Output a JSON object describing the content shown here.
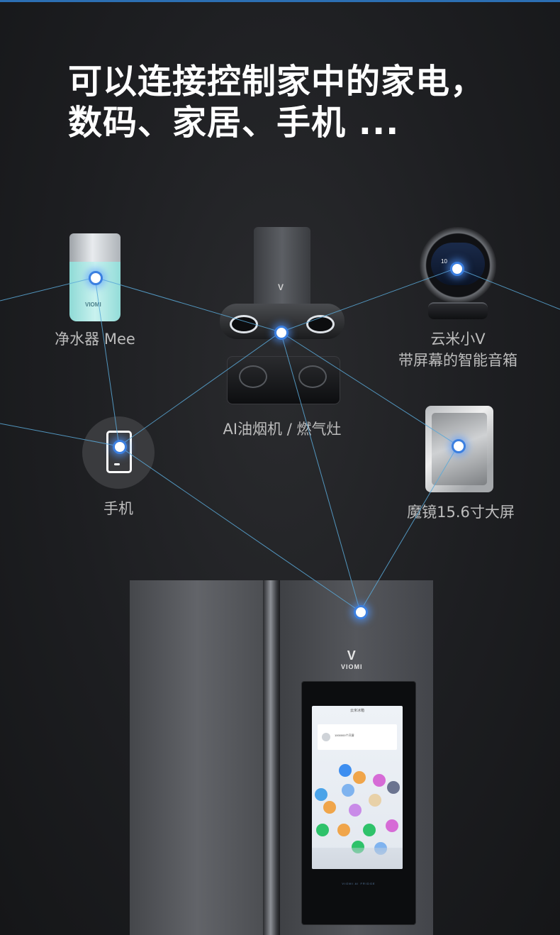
{
  "headline": {
    "line1": "可以连接控制家中的家电，",
    "line2": "数码、家居、手机 ..."
  },
  "devices": {
    "purifier": {
      "label": "净水器 Mee",
      "logo": "VIOMI"
    },
    "hood": {
      "label": "AI油烟机 / 燃气灶",
      "logo": "V"
    },
    "speaker": {
      "label_line1": "云米小V",
      "label_line2": "带屏幕的智能音箱",
      "screen_value": "10"
    },
    "phone": {
      "label": "手机"
    },
    "mirror": {
      "label": "魔镜15.6寸大屏"
    },
    "fridge": {
      "logo_mark": "V",
      "logo_text": "VIOMI",
      "screen_title": "云米冰箱",
      "card_text": "1000000个开屏",
      "panel_footer": "VIOMI AI FRIDGE"
    }
  },
  "colors": {
    "background": "#1d1e21",
    "headline": "#ffffff",
    "label": "#bdbdbd",
    "link_line": "#5aa9d8",
    "node_ring": "#3b7fe0",
    "top_accent": "#2c6fb3"
  }
}
